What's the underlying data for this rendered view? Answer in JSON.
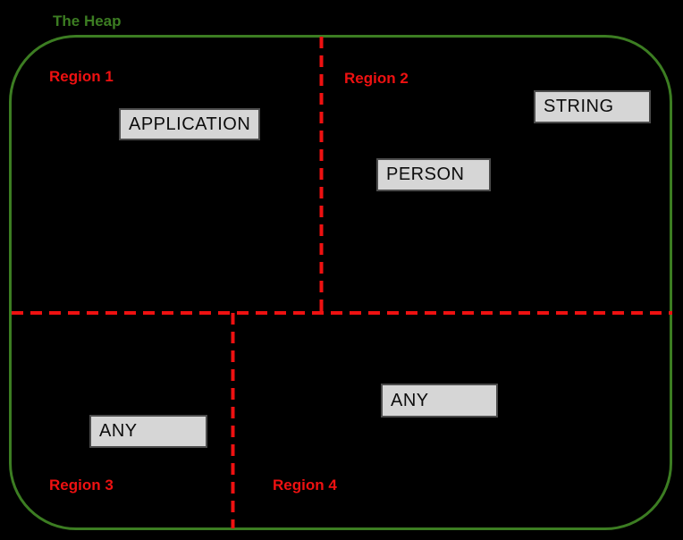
{
  "title": "The Heap",
  "colors": {
    "green": "#3c7d22",
    "red": "#ee1111",
    "box_fill": "#d6d6d6",
    "box_border": "#4c4c4c",
    "box_text": "#0d0d0d",
    "bg": "#000000"
  },
  "regions": [
    {
      "label": "Region 1"
    },
    {
      "label": "Region 2"
    },
    {
      "label": "Region 3"
    },
    {
      "label": "Region 4"
    }
  ],
  "boxes": {
    "application": "APPLICATION",
    "string": "STRING",
    "person": "PERSON",
    "any_region3": "ANY",
    "any_region4": "ANY"
  }
}
